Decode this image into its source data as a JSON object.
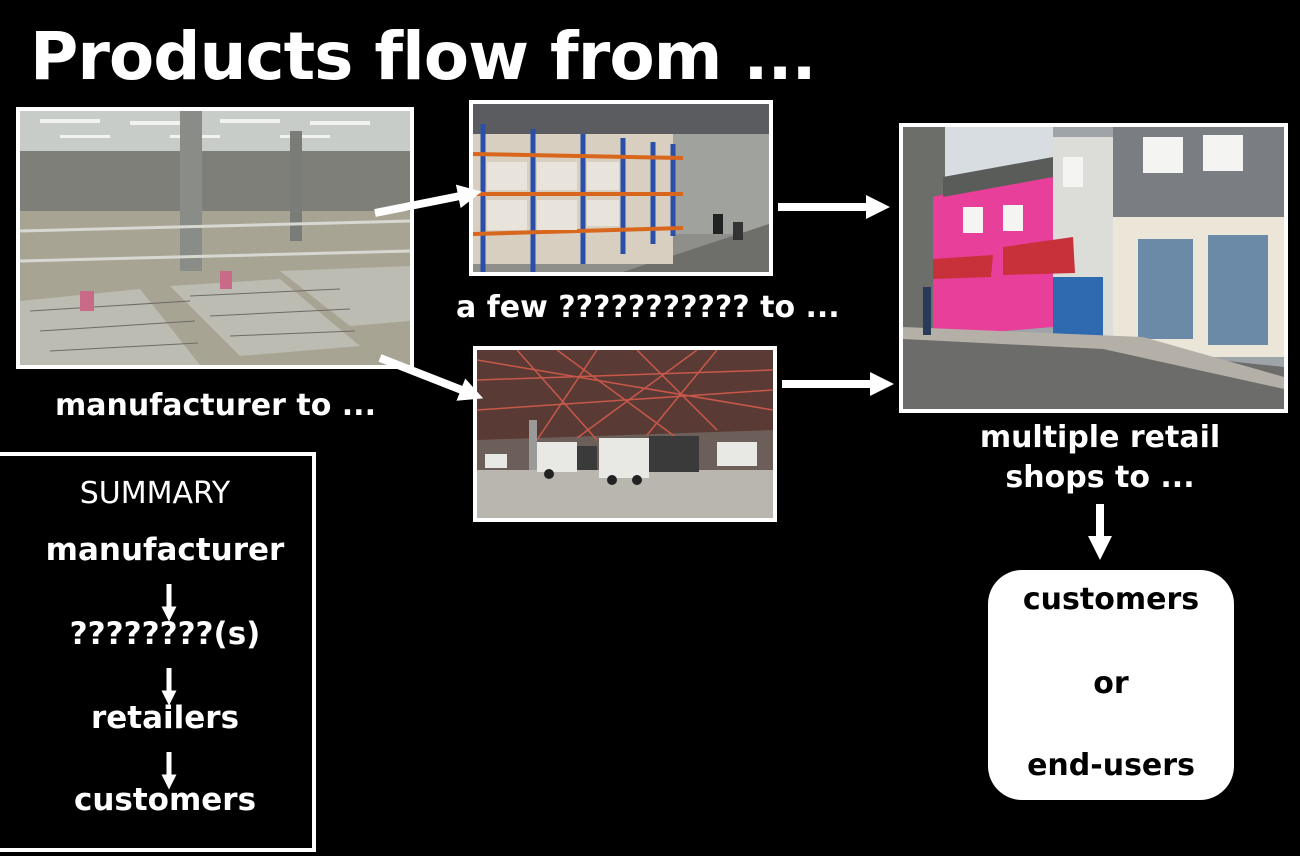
{
  "title": "Products flow from ...",
  "captions": {
    "manufacturer": "manufacturer to ...",
    "wholesalers": "a few ??????????? to ...",
    "retail_line1": "multiple retail",
    "retail_line2": "shops to ..."
  },
  "summary": {
    "heading": "SUMMARY",
    "steps": [
      "manufacturer",
      "????????(s)",
      "retailers",
      "customers"
    ]
  },
  "end_box": {
    "items": [
      "customers",
      "or",
      "end-users"
    ]
  },
  "colors": {
    "background": "#000000",
    "foreground": "#ffffff",
    "shop_pink": "#e8409a",
    "rack_blue": "#2a4fa8",
    "rack_orange": "#d8661c",
    "roof_red": "#b8483a"
  }
}
